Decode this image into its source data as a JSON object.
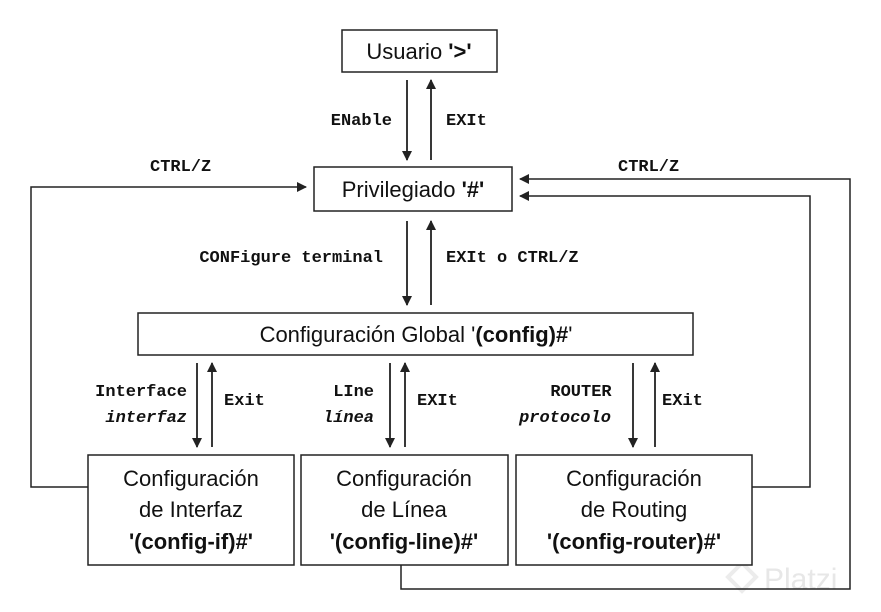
{
  "boxes": {
    "usuario": {
      "label": "Usuario ",
      "prompt": "'>'"
    },
    "privilegiado": {
      "label": "Privilegiado ",
      "prompt": "'#'"
    },
    "global": {
      "label": "Configuración Global ",
      "prompt_open": "'",
      "prompt": "(config)#",
      "prompt_close": "'"
    },
    "interfaz": {
      "line1": "Configuración",
      "line2": "de Interfaz",
      "line3": "'(config-if)#'"
    },
    "linea": {
      "line1": "Configuración",
      "line2": "de Línea",
      "line3": "'(config-line)#'"
    },
    "routing": {
      "line1": "Configuración",
      "line2": "de Routing",
      "line3": "'(config-router)#'"
    }
  },
  "commands": {
    "enable": "ENable",
    "exit_user": "EXIt",
    "ctrlz_left": "CTRL/Z",
    "ctrlz_right": "CTRL/Z",
    "configure": "CONFigure terminal",
    "exit_or_ctrlz": "EXIt o CTRL/Z",
    "interface": "Interface",
    "interfaz": "interfaz",
    "exit_if": "Exit",
    "line": "LIne",
    "linea": "línea",
    "exit_line": "EXIt",
    "router": "ROUTER",
    "protocolo": "protocolo",
    "exit_router": "EXit"
  },
  "watermark": {
    "text": "Platzi"
  },
  "colors": {
    "stroke": "#222222",
    "text": "#111111",
    "watermark": "#e7e7e7"
  }
}
